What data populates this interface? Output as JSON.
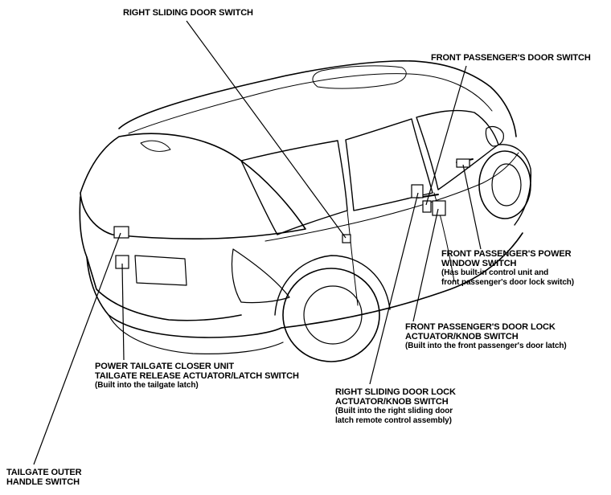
{
  "labels": {
    "right_sliding_door_switch": "RIGHT SLIDING DOOR SWITCH",
    "front_passenger_door_switch": "FRONT PASSENGER'S DOOR SWITCH",
    "front_passenger_power_window": {
      "line1": "FRONT PASSENGER'S POWER",
      "line2": "WINDOW SWITCH",
      "line3": "(Has built-in control unit and",
      "line4": "front passenger's door lock switch)"
    },
    "front_passenger_door_lock": {
      "line1": "FRONT PASSENGER'S DOOR LOCK",
      "line2": "ACTUATOR/KNOB SWITCH",
      "line3": "(Built into the front passenger's door latch)"
    },
    "power_tailgate_closer": {
      "line1": "POWER TAILGATE CLOSER UNIT",
      "line2": "TAILGATE RELEASE ACTUATOR/LATCH SWITCH",
      "line3": "(Built into the tailgate latch)"
    },
    "right_sliding_door_lock": {
      "line1": "RIGHT SLIDING DOOR LOCK",
      "line2": "ACTUATOR/KNOB SWITCH",
      "line3": "(Built into the right sliding door",
      "line4": "latch remote control assembly)"
    },
    "tailgate_outer_handle": {
      "line1": "TAILGATE OUTER",
      "line2": "HANDLE SWITCH"
    }
  },
  "colors": {
    "line": "#000000",
    "background": "#ffffff"
  }
}
